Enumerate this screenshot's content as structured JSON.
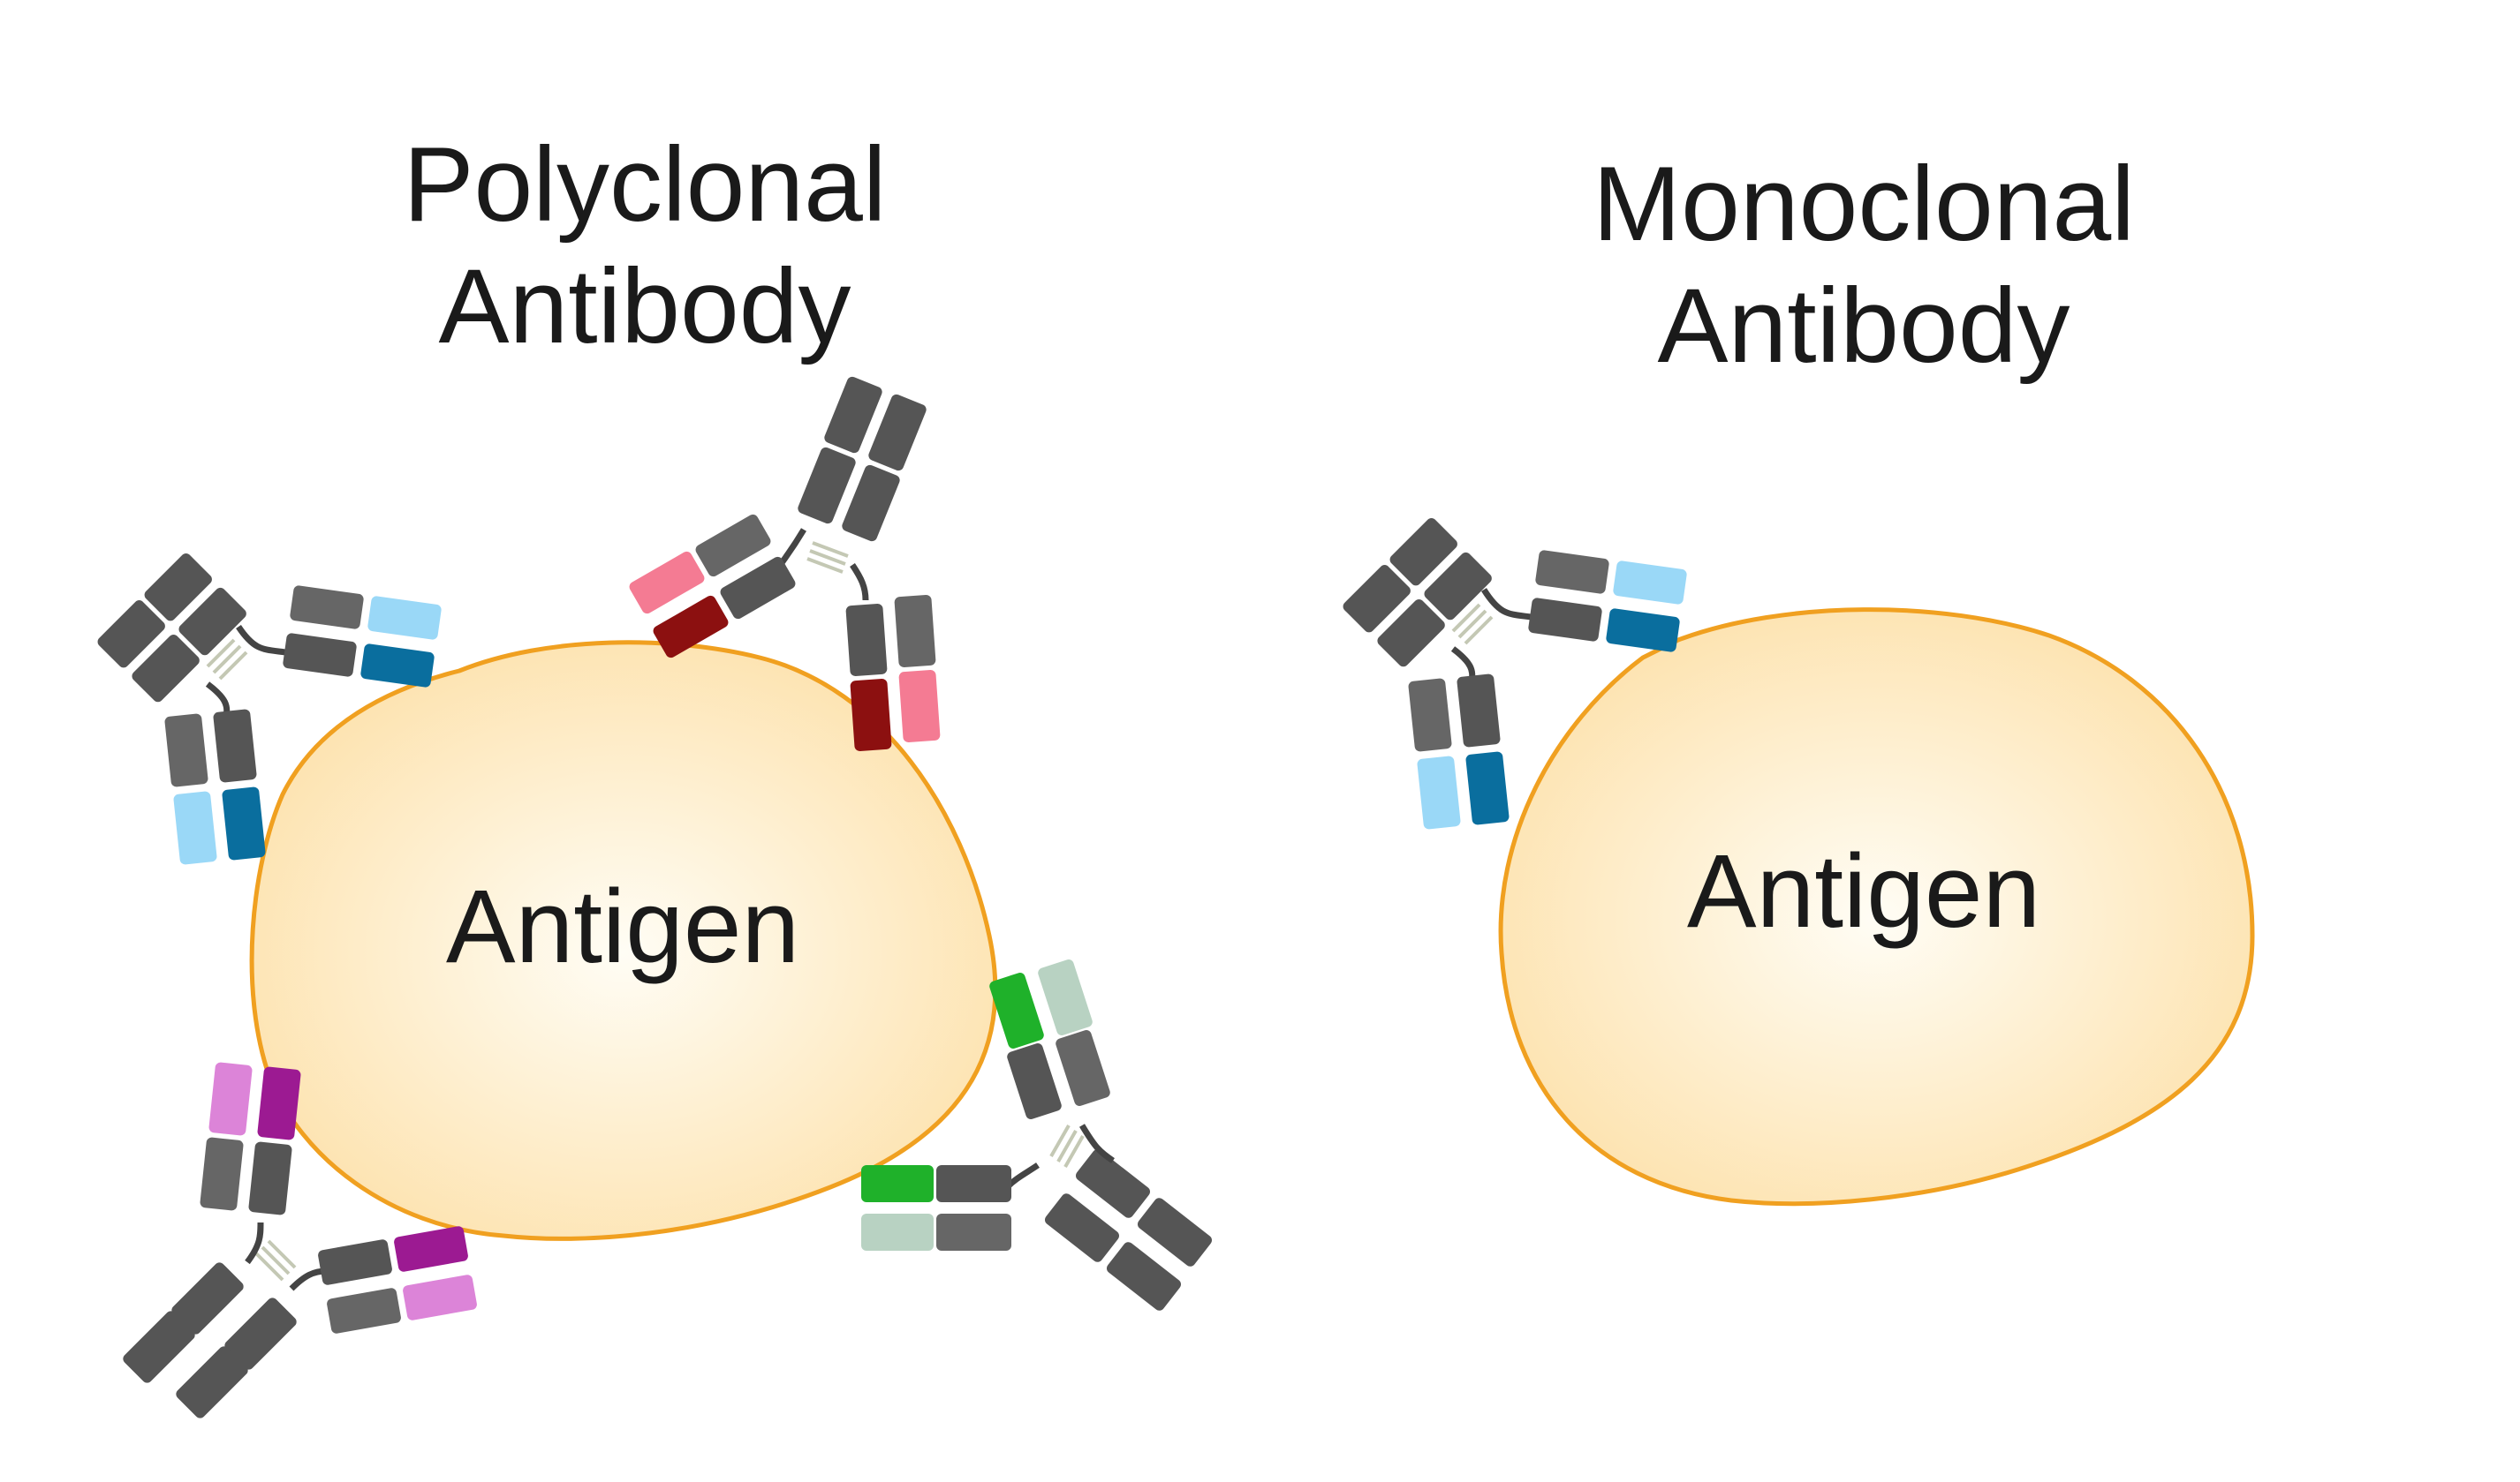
{
  "polyclonal": {
    "title_line1": "Polyclonal",
    "title_line2": "Antibody",
    "antigen_label": "Antigen",
    "antibody_colors": [
      {
        "name": "blue",
        "light": "#9ad8f7",
        "dark": "#0a6e9e"
      },
      {
        "name": "red",
        "light": "#f47b93",
        "dark": "#8c1010"
      },
      {
        "name": "green",
        "light": "#b8d2c2",
        "dark": "#1fb12a"
      },
      {
        "name": "purple",
        "light": "#dc84d8",
        "dark": "#9c1a92"
      }
    ]
  },
  "monoclonal": {
    "title_line1": "Monoclonal",
    "title_line2": "Antibody",
    "antigen_label": "Antigen",
    "antibody_colors": [
      {
        "name": "blue",
        "light": "#9ad8f7",
        "dark": "#0a6e9e"
      }
    ]
  },
  "colors": {
    "antigen_fill_center": "#fffdf5",
    "antigen_fill_edge": "#fde3b0",
    "antigen_outline": "#f0a020",
    "antibody_body": "#555555",
    "antibody_body_light": "#666666",
    "hinge_bond": "#c4c8b4",
    "text": "#1a1a1a"
  }
}
